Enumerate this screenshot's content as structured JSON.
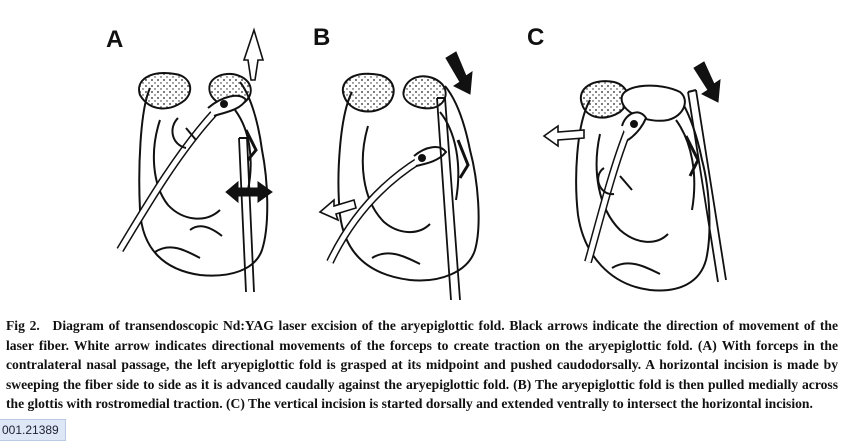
{
  "figure": {
    "panels": [
      {
        "label": "A"
      },
      {
        "label": "B"
      },
      {
        "label": "C"
      }
    ]
  },
  "caption": {
    "fig_number": "Fig 2.",
    "text": "Diagram of transendoscopic Nd:YAG laser excision of the aryepiglottic fold. Black arrows indicate the direction of movement of the laser fiber. White arrow indicates directional movements of the forceps to create traction on the aryepiglottic fold. (A) With forceps in the contralateral nasal passage, the left aryepiglottic fold is grasped at its midpoint and pushed caudodorsally. A horizontal incision is made by sweeping the fiber side to side as it is advanced caudally against the aryepiglottic fold. (B) The aryepiglottic fold is then pulled medially across the glottis with rostromedial traction. (C) The vertical incision is started dorsally and extended ventrally to intersect the horizontal incision."
  },
  "doi_badge": "001.21389"
}
